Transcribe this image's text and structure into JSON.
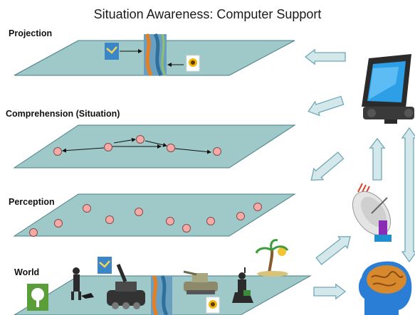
{
  "title": "Situation Awareness: Computer Support",
  "layers": {
    "projection": "Projection",
    "comprehension": "Comprehension (Situation)",
    "perception": "Perception",
    "world": "World"
  },
  "colors": {
    "plane_fill": "#9fc8c8",
    "plane_stroke": "#4a7f86",
    "node_fill": "#f4aaa6",
    "node_stroke": "#8a4a4a",
    "arrow_fill": "#d4e8ec",
    "arrow_stroke": "#6fa8b6"
  },
  "icons": [
    "map-icon",
    "bird-icon",
    "sunflower-icon",
    "tree-icon",
    "soldier-dog-icon",
    "artillery-icon",
    "tank-icon",
    "kneeling-soldier-icon",
    "palm-tree-icon",
    "monitor-icon",
    "satellite-dish-icon",
    "brain-head-icon"
  ]
}
